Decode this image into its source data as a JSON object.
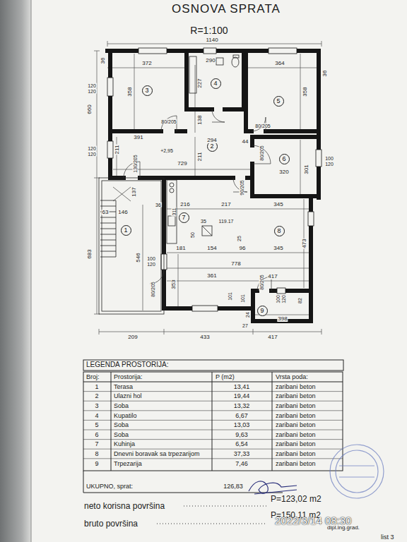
{
  "diagram": {
    "title": "OSNOVA SPRATA",
    "nodes": [
      {
        "text": [
          "1"
        ]
      },
      {
        "text": [
          "2"
        ]
      },
      {
        "text": [
          "3"
        ]
      },
      {
        "text": [
          "4"
        ]
      },
      {
        "text": [
          "5"
        ]
      },
      {
        "text": [
          "6"
        ]
      },
      {
        "text": [
          "7"
        ]
      },
      {
        "text": [
          "8"
        ]
      },
      {
        "text": [
          "9"
        ]
      }
    ],
    "edges": [],
    "labels": [
      "R=1:100",
      "1140",
      "36",
      "372",
      "290",
      "364",
      "36",
      "660",
      "120",
      "120",
      "358",
      "227",
      "138",
      "80/205",
      "80/205",
      "358",
      "391",
      "294",
      "44",
      "211",
      "120",
      "120",
      "211",
      "+2,95",
      "130/205",
      "80/205",
      "320",
      "301",
      "100",
      "120",
      "729",
      "90/205",
      "683",
      "137",
      "63",
      "146",
      "36",
      "216",
      "311",
      "217",
      "345",
      "35",
      "119.17",
      "50",
      "25",
      "181",
      "154",
      "96",
      "345",
      "473",
      "546",
      "100",
      "120",
      "778",
      "353",
      "361",
      "417",
      "80/205",
      "80/205",
      "101",
      "101",
      "100",
      "120",
      "82",
      "398",
      "24",
      "27",
      "209",
      "433",
      "417",
      "LEGENDA PROSTORIJA:",
      "Broj:",
      "Prostorija:",
      "P (m2)",
      "Vrsta poda:",
      "1",
      "Terasa",
      "13,41",
      "zaribani beton",
      "2",
      "Ulazni hol",
      "19,44",
      "zaribani beton",
      "3",
      "Soba",
      "13,32",
      "zaribani beton",
      "4",
      "Kupatilo",
      "6,67",
      "zaribani beton",
      "5",
      "Soba",
      "13,03",
      "zaribani beton",
      "6",
      "Soba",
      "9,63",
      "zaribani beton",
      "7",
      "Kuhinja",
      "6,54",
      "zaribani beton",
      "8",
      "Dnevni boravak sa trpezarijom",
      "37,33",
      "zaribani beton",
      "9",
      "Trpezarija",
      "7,46",
      "zaribani beton",
      "UKUPNO, sprat:",
      "126,83",
      "neto korisna površina",
      "P=123,02 m2",
      "bruto površina",
      "P=150,11 m2",
      "dipl.ing.grad.",
      "list 3",
      "2022/3/14 08:30"
    ]
  }
}
